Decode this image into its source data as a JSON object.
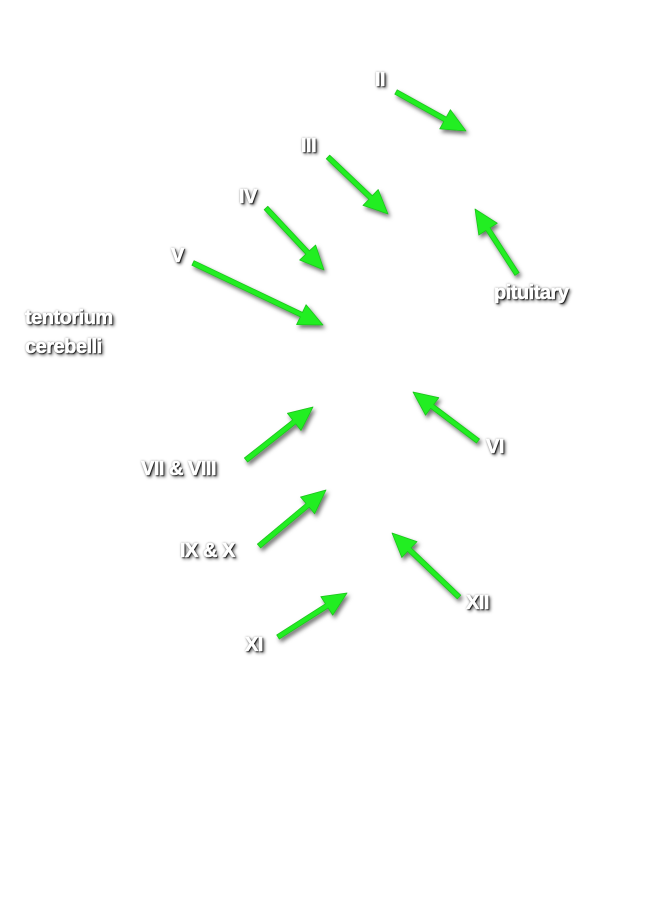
{
  "labels": {
    "cn2": "II",
    "cn3": "III",
    "cn4": "IV",
    "cn5": "V",
    "tentorium_line1": "tentorium",
    "tentorium_line2": "cerebelli",
    "pituitary": "pituitary",
    "cn6": "VI",
    "cn7_8": "VII & VIII",
    "cn9_10": "IX & X",
    "cn11": "XI",
    "cn12": "XII"
  },
  "colors": {
    "arrow": "#22ee22",
    "label_fill": "#ffffff",
    "label_shadow": "#000000",
    "background": "#ffffff"
  }
}
